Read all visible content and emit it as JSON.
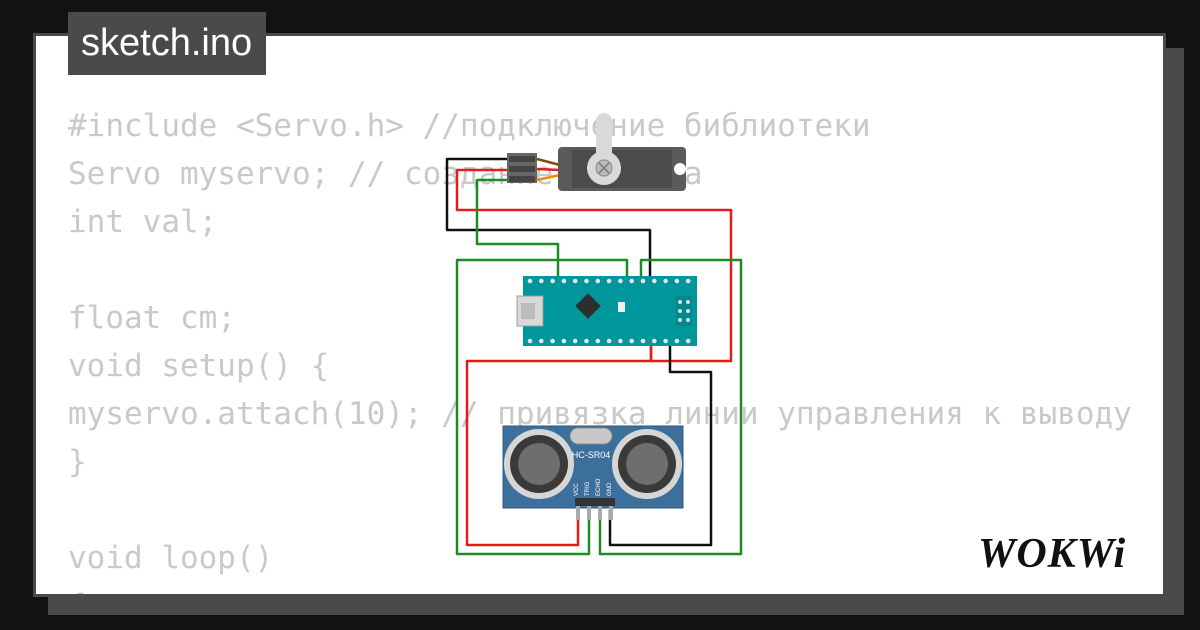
{
  "tab": {
    "label": "sketch.ino"
  },
  "code": {
    "lines": [
      "#include <Servo.h> //подключение библиотеки",
      "Servo myservo; // создание объекта",
      "int val;",
      "",
      "float cm;",
      "void setup() {",
      "myservo.attach(10); // привязка линии управления к выводу",
      "}",
      "",
      "void loop()",
      "{"
    ]
  },
  "circuit": {
    "sensor_label": "HC-SR04",
    "sensor_pins": [
      "VCC",
      "TRIG",
      "ECHO",
      "GND"
    ]
  },
  "brand": {
    "name": "WOKWi"
  },
  "colors": {
    "background": "#121212",
    "card": "#ffffff",
    "frame": "#4a4a4a",
    "code_text": "#c9c9c9",
    "board": "#00979c",
    "sensor_board": "#3d6f9c",
    "wire_red": "#e31b1b",
    "wire_green": "#1f8b24",
    "wire_black": "#111111"
  }
}
